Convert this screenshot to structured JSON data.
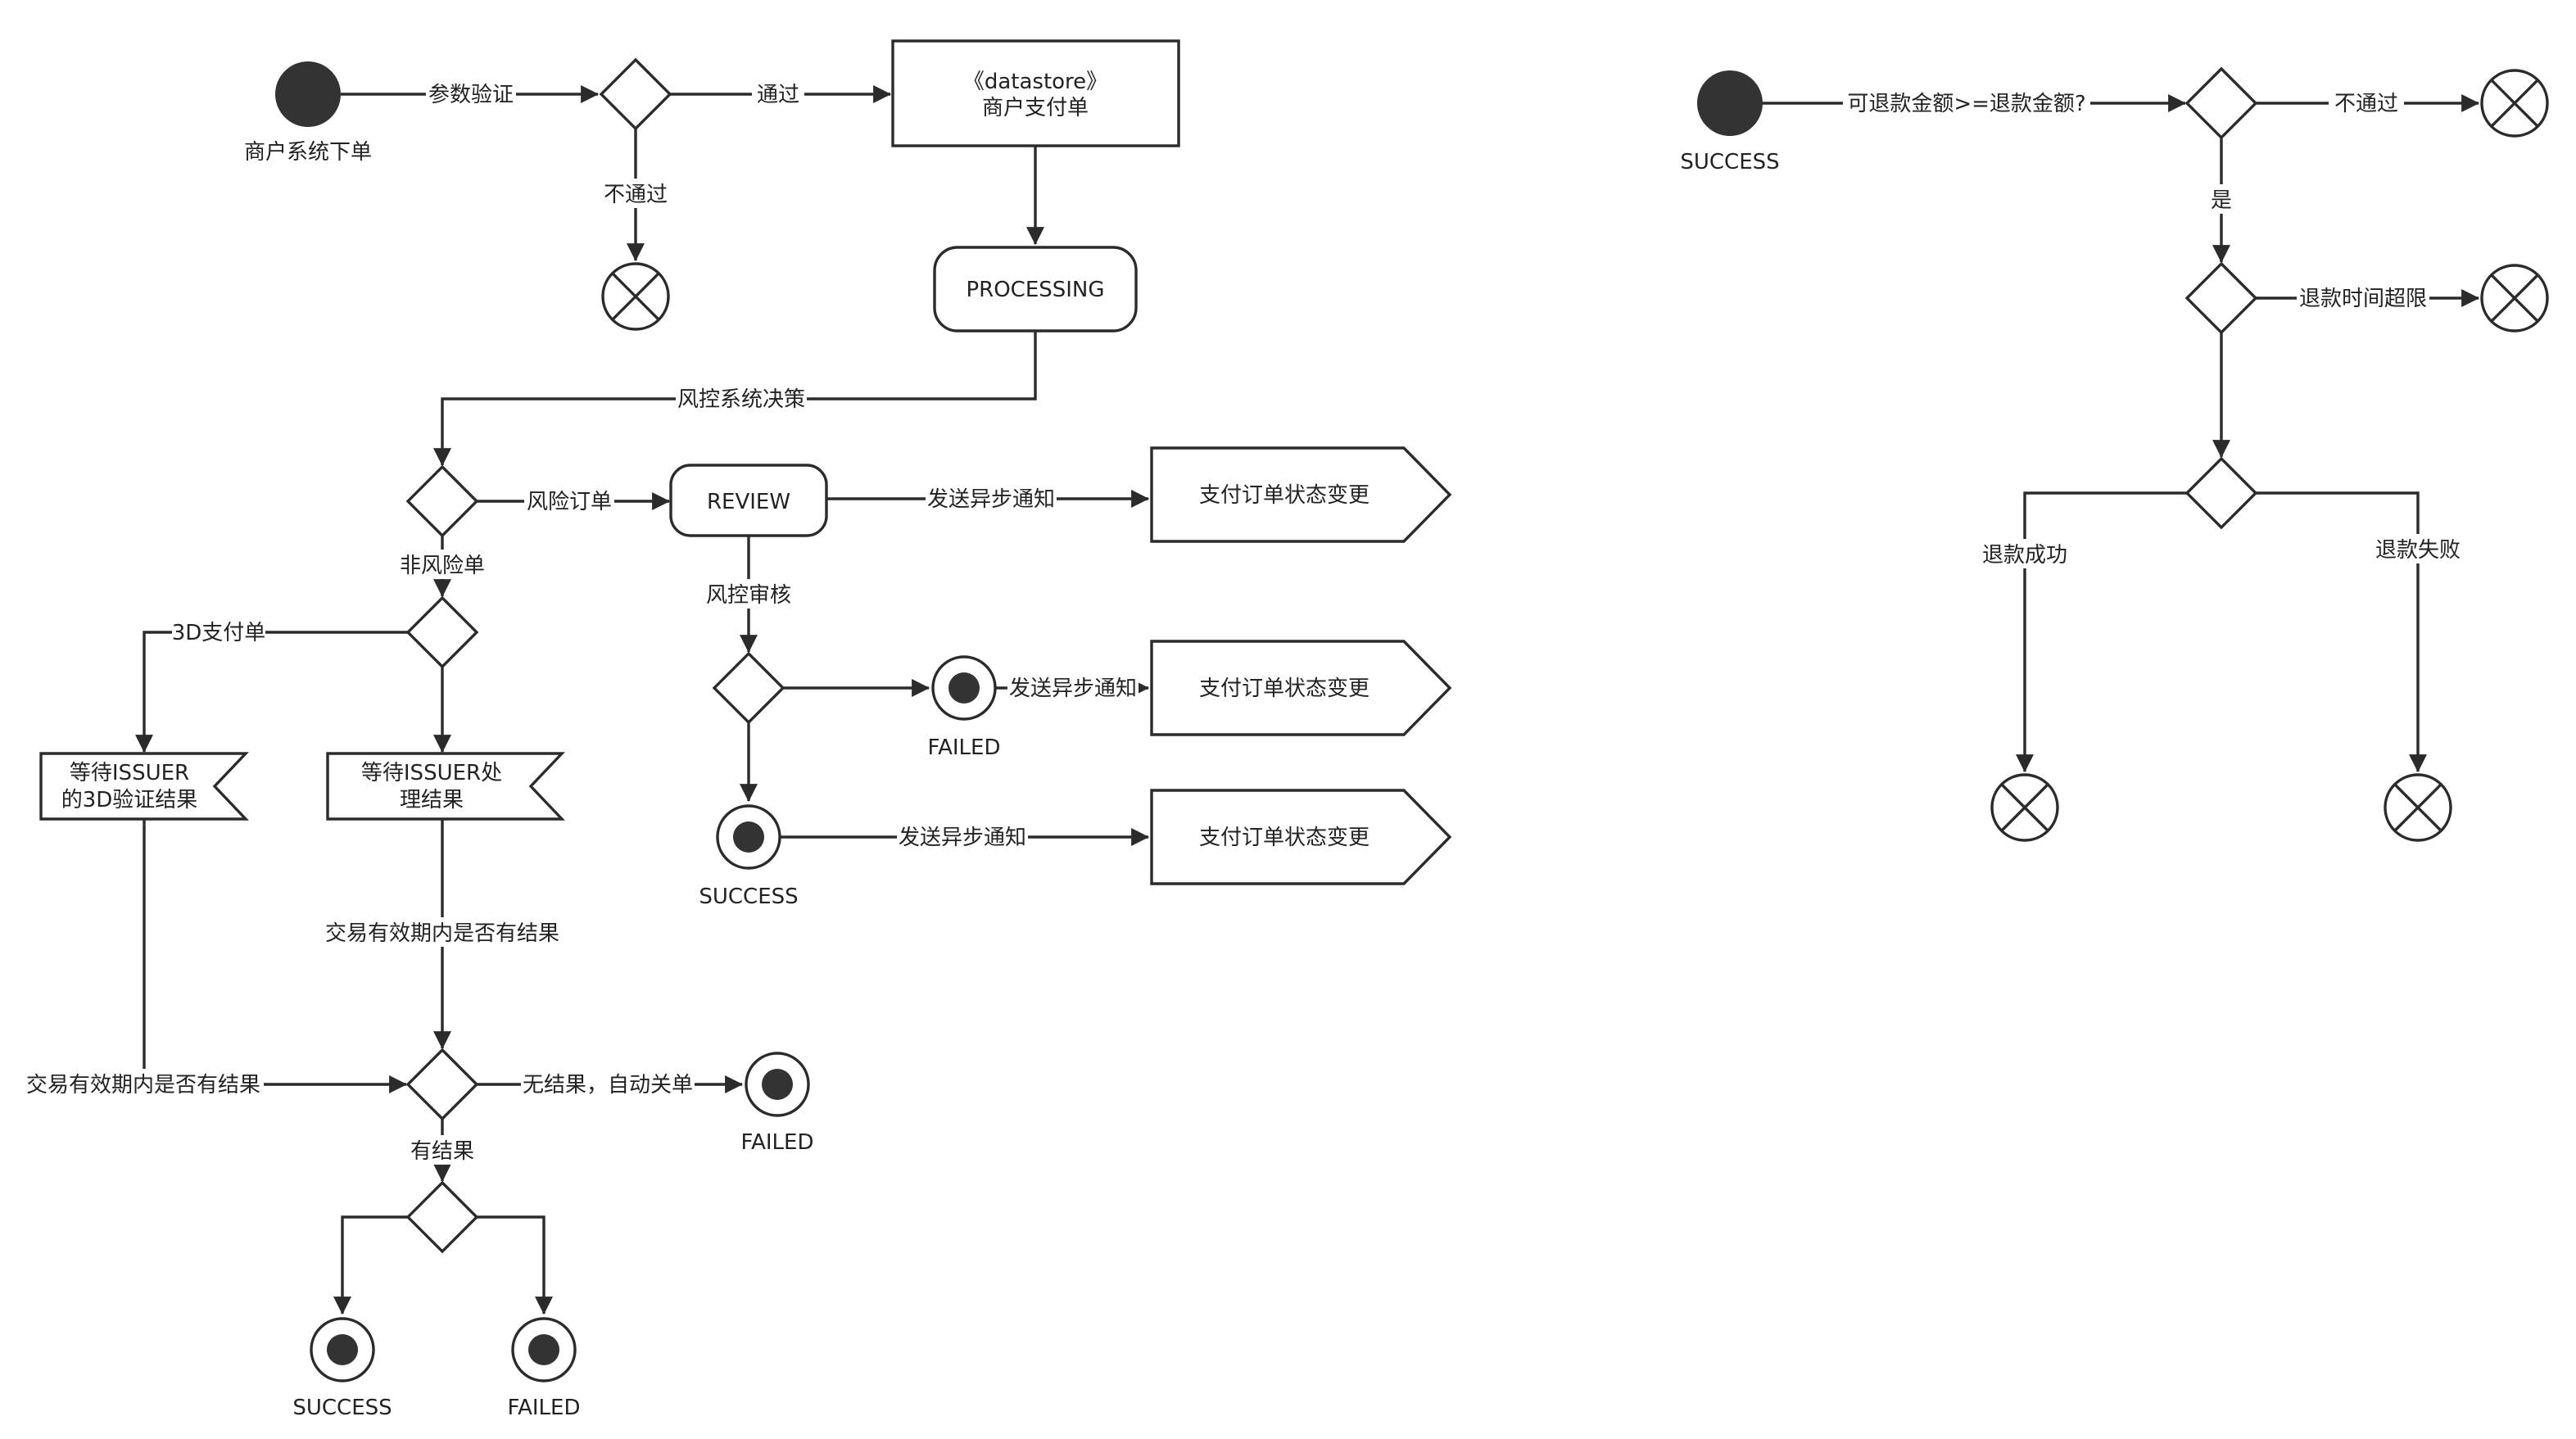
{
  "colors": {
    "stroke": "#2b2b2b",
    "fill_dark": "#333333",
    "background": "#ffffff"
  },
  "payment": {
    "start_label": "商户系统下单",
    "edge_param_check": "参数验证",
    "edge_pass": "通过",
    "edge_fail": "不通过",
    "datastore_stereotype": "《datastore》",
    "datastore_name": "商户支付单",
    "processing": "PROCESSING",
    "edge_risk_decision": "风控系统决策",
    "edge_risk_order": "风险订单",
    "review": "REVIEW",
    "edge_async_notify": "发送异步通知",
    "status_change": "支付订单状态变更",
    "edge_risk_audit": "风控审核",
    "failed": "FAILED",
    "success": "SUCCESS",
    "edge_non_risk": "非风险单",
    "edge_3d_order": "3D支付单",
    "wait_3d_line1": "等待ISSUER",
    "wait_3d_line2": "的3D验证结果",
    "wait_issuer_line1": "等待ISSUER处",
    "wait_issuer_line2": "理结果",
    "edge_has_result_in_validity": "交易有效期内是否有结果",
    "edge_no_result_auto_close": "无结果，自动关单",
    "edge_has_result": "有结果"
  },
  "refund": {
    "start_label": "SUCCESS",
    "edge_amount_check": "可退款金额>=退款金额?",
    "edge_fail": "不通过",
    "edge_yes": "是",
    "edge_time_exceeded": "退款时间超限",
    "edge_refund_success": "退款成功",
    "edge_refund_fail": "退款失败"
  }
}
